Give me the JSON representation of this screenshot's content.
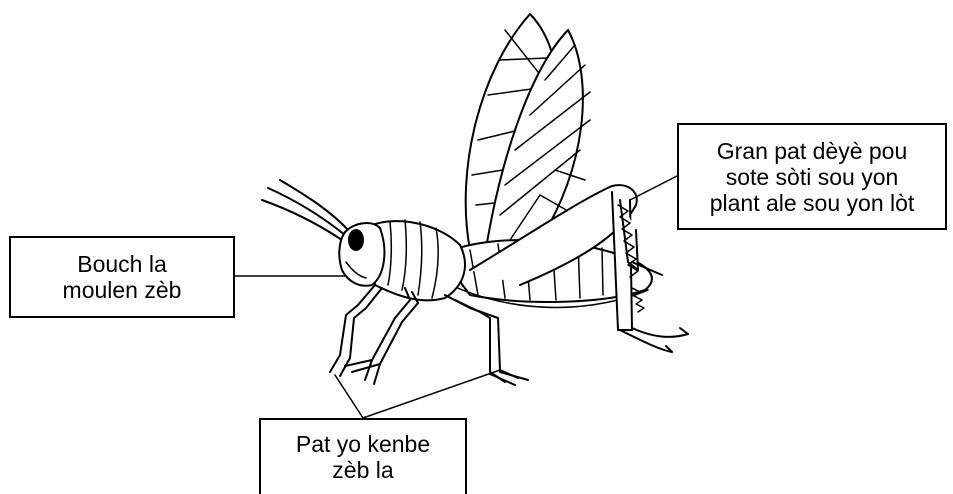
{
  "diagram": {
    "subject": "grasshopper",
    "labels": {
      "mouth": "Bouch la\nmoulen zèb",
      "hind_leg": "Gran pat dèyè pou\nsote sòti sou yon\nplant ale sou yon lòt",
      "front_legs": "Pat yo kenbe\nzèb la"
    }
  }
}
